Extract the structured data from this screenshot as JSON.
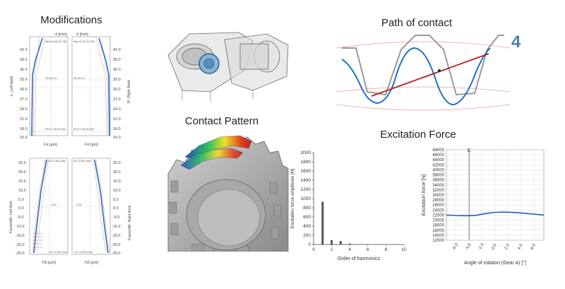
{
  "titles": {
    "modifications": "Modifications",
    "path_of_contact": "Path of contact",
    "contact_pattern": "Contact Pattern",
    "excitation_force": "Excitation Force"
  },
  "badge": {
    "text": "4",
    "color": "#4a7fa8"
  },
  "modifications": {
    "top_left": {
      "header": "d [mm]",
      "ylabel": "L: Left flank",
      "xlabel": "Fα [µm]",
      "ticks": [
        "42.0",
        "39.0",
        "36.0",
        "33.0",
        "30.0",
        "27.0",
        "24.0",
        "21.0",
        "18.0",
        "15.0"
      ],
      "notes": [
        "dNa=44.104 (52.735)",
        "dFf=32.231",
        "dFf=27.108 (26.180)"
      ]
    },
    "top_right": {
      "header": "d [mm]",
      "ylabel": "R: Right flank",
      "xlabel": "Fα [µm]",
      "ticks": [
        "42.0",
        "39.0",
        "36.0",
        "33.0",
        "30.0",
        "27.0",
        "24.0",
        "21.0",
        "18.0",
        "15.0"
      ],
      "notes": [
        "dNa=44.104 (52.735)",
        "dFf=32.231",
        "dFf=27.108 (26.180)"
      ]
    },
    "bottom_left": {
      "ylabel": "Facewidth: Left flank",
      "xlabel": "Fβ [µm]",
      "ticks": [
        "25.0",
        "20.0",
        "15.0",
        "10.0",
        "5.0",
        "0.0",
        "-5.0",
        "-10.0",
        "-15.0",
        "-20.0",
        "-25.0"
      ],
      "notes": [
        "b/2=12.500 (max)",
        "0.000",
        "-b/2=-12.500 (max)"
      ]
    },
    "bottom_right": {
      "ylabel": "Facewidth: Right flank",
      "xlabel": "Fβ [µm]",
      "ticks": [
        "25.0",
        "20.0",
        "15.0",
        "10.0",
        "5.0",
        "0.0",
        "-5.0",
        "-10.0",
        "-15.0",
        "-20.0",
        "-25.0"
      ],
      "notes": [
        "b/2=12.500 (max)",
        "0.000",
        "-b/2=-12.500 (max)"
      ]
    }
  },
  "chart_data": [
    {
      "type": "bar",
      "title": "",
      "xlabel": "Order of harmonics",
      "ylabel": "Excitation force amplitude [N]",
      "x": [
        1,
        2,
        3,
        4,
        5
      ],
      "values": [
        930,
        95,
        75,
        20,
        8
      ],
      "xticks": [
        "0",
        "2",
        "4",
        "6",
        "8",
        "10"
      ],
      "yticks": [
        "0",
        "200",
        "400",
        "600",
        "800",
        "1000",
        "1200",
        "1400",
        "1600",
        "1800",
        "2000"
      ],
      "xlim": [
        0,
        10
      ],
      "ylim": [
        0,
        2000
      ],
      "grid": false,
      "colors": {
        "bar": "#555555",
        "axis": "#444444"
      }
    },
    {
      "type": "line",
      "title": "",
      "xlabel": "Angle of rotation (Gear A) [°]",
      "ylabel": "Excitation force [N]",
      "annotation": "C",
      "annotation_x": -4.0,
      "x": [
        -7.5,
        -6.0,
        -4.5,
        -3.0,
        -1.5,
        0.0,
        1.5,
        3.0,
        4.5,
        6.0,
        7.5
      ],
      "values": [
        22050,
        21850,
        21750,
        21900,
        22600,
        23100,
        23200,
        23050,
        22750,
        22400,
        22050
      ],
      "xticks": [
        "-6.0",
        "-4.0",
        "-2.0",
        "0.0",
        "2.0",
        "4.0",
        "6.0"
      ],
      "yticks": [
        "12000",
        "14000",
        "16000",
        "18000",
        "20000",
        "22000",
        "24000",
        "26000",
        "28000",
        "30000",
        "32000",
        "34000",
        "36000",
        "38000",
        "40000",
        "42000",
        "44000",
        "46000",
        "48000"
      ],
      "xlim": [
        -7.5,
        7.5
      ],
      "ylim": [
        12000,
        48000
      ],
      "grid": true,
      "colors": {
        "line": "#1f5fb8",
        "grid": "#d8dde8",
        "annotation": "#444444"
      }
    }
  ],
  "colors": {
    "profile_blue": "#1f6fc9",
    "profile_gray": "#9a9a9a",
    "contact_red": "#b22222",
    "circle_red": "#e8a0a0"
  }
}
